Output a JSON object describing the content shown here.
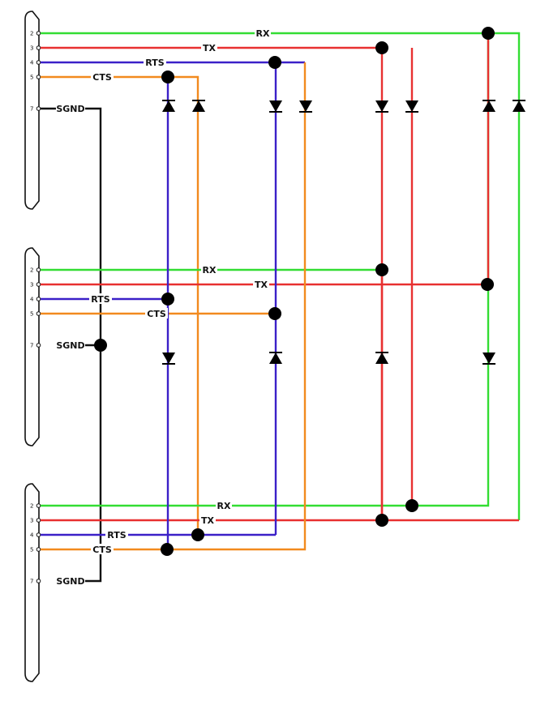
{
  "colors": {
    "rx": "#33dd33",
    "tx": "#e83030",
    "rts": "#3b20c8",
    "cts": "#f28a1e",
    "sgnd": "#111111"
  },
  "connectors": [
    {
      "pins": [
        {
          "num": "2",
          "signal": "RX"
        },
        {
          "num": "3",
          "signal": "TX"
        },
        {
          "num": "4",
          "signal": "RTS"
        },
        {
          "num": "5",
          "signal": "CTS"
        },
        {
          "num": "7",
          "signal": "SGND"
        }
      ]
    },
    {
      "pins": [
        {
          "num": "2",
          "signal": "RX"
        },
        {
          "num": "3",
          "signal": "TX"
        },
        {
          "num": "4",
          "signal": "RTS"
        },
        {
          "num": "5",
          "signal": "CTS"
        },
        {
          "num": "7",
          "signal": "SGND"
        }
      ]
    },
    {
      "pins": [
        {
          "num": "2",
          "signal": "RX"
        },
        {
          "num": "3",
          "signal": "TX"
        },
        {
          "num": "4",
          "signal": "RTS"
        },
        {
          "num": "5",
          "signal": "CTS"
        },
        {
          "num": "7",
          "signal": "SGND"
        }
      ]
    }
  ]
}
